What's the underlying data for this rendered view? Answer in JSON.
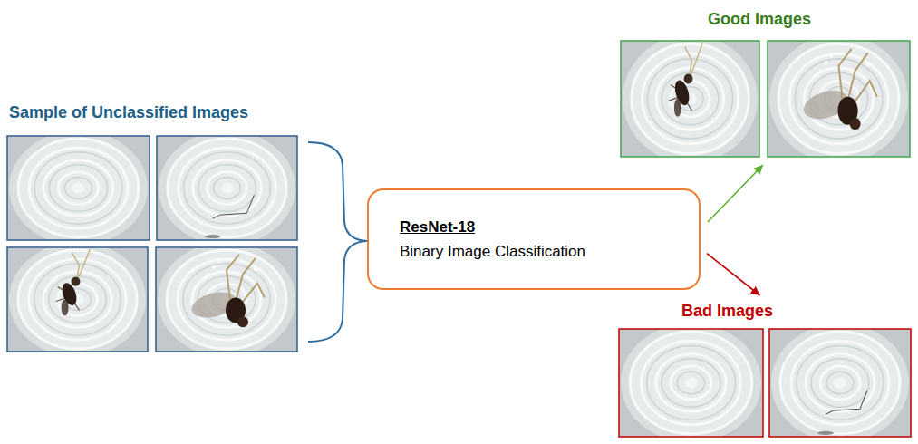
{
  "diagram": {
    "nodes": [
      {
        "text": [
          "Sample of Unclassified Images"
        ]
      },
      {
        "text": [
          "ResNet-18",
          "Binary Image Classification"
        ]
      },
      {
        "text": [
          "Good Images"
        ]
      },
      {
        "text": [
          "Bad Images"
        ]
      }
    ],
    "edges": [
      {
        "from": 1,
        "to": 2,
        "arrow": "to"
      },
      {
        "from": 1,
        "to": 3,
        "arrow": "to"
      }
    ]
  }
}
